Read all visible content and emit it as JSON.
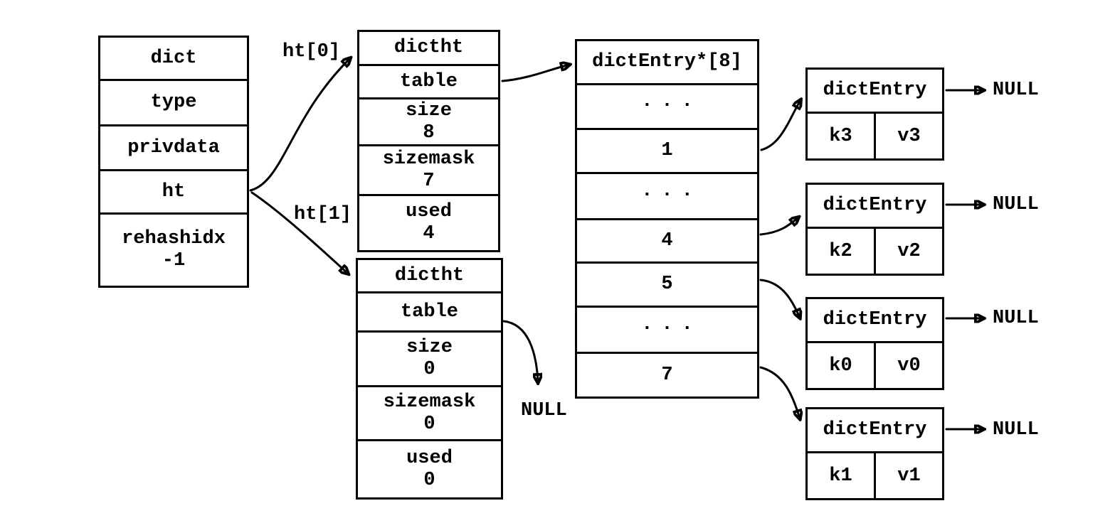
{
  "colors": {
    "background": "#ffffff",
    "ink": "#000000"
  },
  "dict_box": {
    "rows": [
      "dict",
      "type",
      "privdata",
      "ht"
    ],
    "rehashidx_label": "rehashidx",
    "rehashidx_value": "-1"
  },
  "pointer_labels": {
    "ht0": "ht[0]",
    "ht1": "ht[1]"
  },
  "hashtable_0": {
    "title": "dictht",
    "table_label": "table",
    "size_label": "size",
    "size_value": "8",
    "sizemask_label": "sizemask",
    "sizemask_value": "7",
    "used_label": "used",
    "used_value": "4"
  },
  "hashtable_1": {
    "title": "dictht",
    "table_label": "table",
    "size_label": "size",
    "size_value": "0",
    "sizemask_label": "sizemask",
    "sizemask_value": "0",
    "used_label": "used",
    "used_value": "0",
    "table_target": "NULL"
  },
  "bucket_array": {
    "header": "dictEntry*[8]",
    "cells": [
      "...",
      "1",
      "...",
      "4",
      "5",
      "...",
      "7"
    ]
  },
  "entries": [
    {
      "title": "dictEntry",
      "key": "k3",
      "value": "v3",
      "next": "NULL"
    },
    {
      "title": "dictEntry",
      "key": "k2",
      "value": "v2",
      "next": "NULL"
    },
    {
      "title": "dictEntry",
      "key": "k0",
      "value": "v0",
      "next": "NULL"
    },
    {
      "title": "dictEntry",
      "key": "k1",
      "value": "v1",
      "next": "NULL"
    }
  ]
}
